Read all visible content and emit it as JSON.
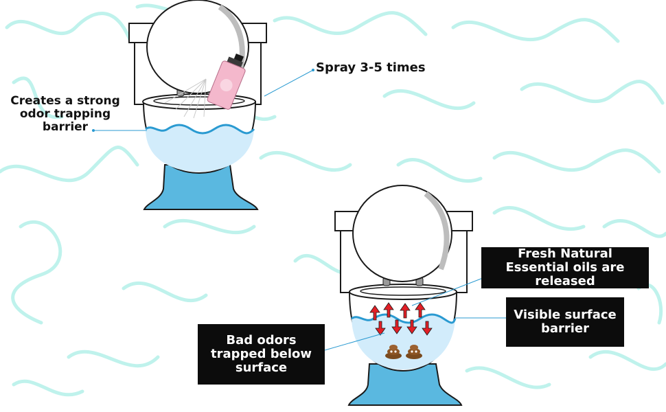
{
  "colors": {
    "background": "#ffffff",
    "pattern": "#bff2ec",
    "water": "#d2ecfb",
    "water_line": "#2a9ad1",
    "base": "#5ab8e0",
    "outline": "#1a1a1a",
    "label_box": "#0c0c0c",
    "arrow": "#e21f26",
    "bottle": "#f4b8cc"
  },
  "icons": [
    "toilet-icon",
    "spray-bottle-icon",
    "poop-icon",
    "up-arrow-icon",
    "down-arrow-icon"
  ],
  "callouts": {
    "barrier": "Creates a strong odor trapping barrier",
    "spray": "Spray 3-5 times",
    "fresh": "Fresh Natural Essential oils are released",
    "visible": "Visible surface barrier",
    "bad": "Bad odors trapped below surface"
  }
}
